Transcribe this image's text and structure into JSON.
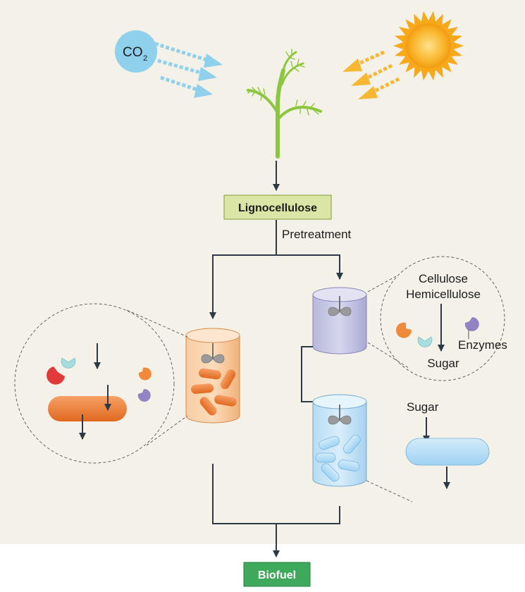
{
  "labels": {
    "co2_main": "CO",
    "co2_sub": "2",
    "lignocellulose": "Lignocellulose",
    "pretreatment": "Pretreatment",
    "cellulose": "Cellulose",
    "hemicellulose": "Hemicellulose",
    "enzymes": "Enzymes",
    "sugar_zoom": "Sugar",
    "sugar_right": "Sugar",
    "biofuel": "Biofuel"
  },
  "colors": {
    "background": "#f4f1e8",
    "co2_circle": "#8fd0ec",
    "co2_arrows": "#8fd0ec",
    "sun": "#f7a81b",
    "sun_arrows": "#f7b733",
    "plant": "#8cc63f",
    "lignocellulose_box": "#dbe6a6",
    "biofuel_box": "#3fa95b",
    "orange_tank": "#f7c08d",
    "orange_cell": "#ee7e34",
    "purple_tank": "#c0c0e0",
    "blue_tank": "#bfe1f5",
    "blue_cell": "#a8d8f4",
    "flow_line": "#2d3a46"
  }
}
